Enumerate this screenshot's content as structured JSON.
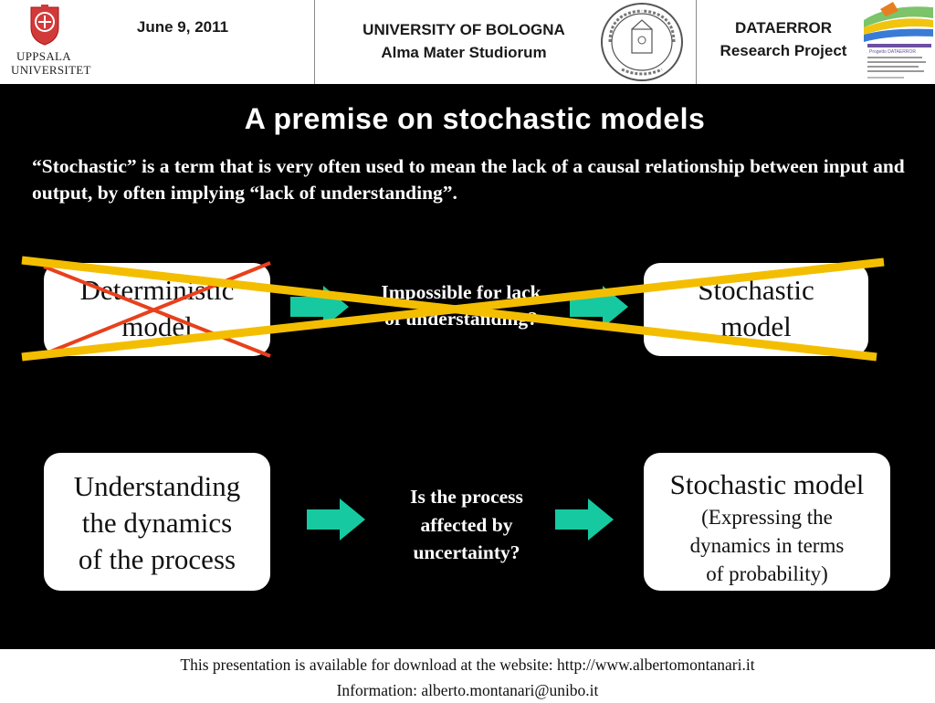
{
  "header": {
    "uppsala": {
      "line1": "UPPSALA",
      "line2": "UNIVERSITET"
    },
    "date": "June 9, 2011",
    "university": {
      "line1": "UNIVERSITY OF BOLOGNA",
      "line2": "Alma Mater Studiorum"
    },
    "seal_text": "ALMA MATER STUDIORUM · A.D. 1088",
    "project": {
      "line1": "DATAERROR",
      "line2": "Research Project"
    },
    "dataerror_logo_text": "Progetto DATAERROR"
  },
  "slide": {
    "title": "A premise on stochastic models",
    "intro": "“Stochastic” is a term that is very often used to mean the lack of a causal relationship between input and output, by often implying “lack of understanding”.",
    "row1": {
      "left_box": {
        "line1": "Deterministic",
        "line2": "model"
      },
      "middle": {
        "line1": "Impossible for lack",
        "line2": "of understanding?"
      },
      "right_box": {
        "line1": "Stochastic",
        "line2": "model"
      }
    },
    "row2": {
      "left_box": {
        "line1": "Understanding",
        "line2": "the dynamics",
        "line3": "of the process"
      },
      "middle": {
        "line1": "Is the process",
        "line2": "affected by",
        "line3": "uncertainty?"
      },
      "right_box": {
        "title": "Stochastic model",
        "line1": "(Expressing the",
        "line2": "dynamics in terms",
        "line3": "of probability)"
      }
    }
  },
  "footer": {
    "line1": "This presentation is available for download at the website: http://www.albertomontanari.it",
    "line2": "Information: alberto.montanari@unibo.it"
  },
  "colors": {
    "background": "#000000",
    "box": "#ffffff",
    "arrow": "#17c9a0",
    "cross_orange": "#f4be00",
    "cross_red": "#e8401c"
  }
}
